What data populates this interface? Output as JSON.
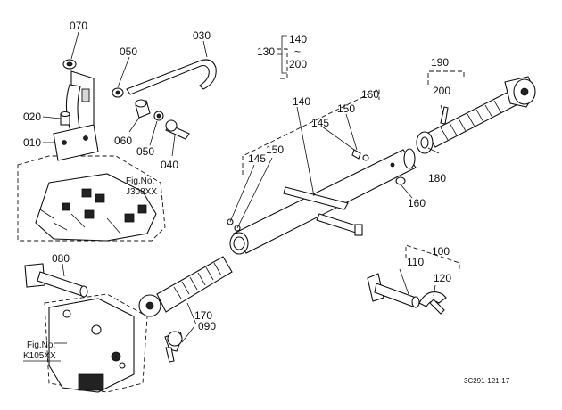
{
  "labels": {
    "p010": "010",
    "p020": "020",
    "p030": "030",
    "p040": "040",
    "p050a": "050",
    "p050b": "050",
    "p060": "060",
    "p070": "070",
    "p080": "080",
    "p090": "090",
    "p100": "100",
    "p110": "110",
    "p120": "120",
    "p130": "130",
    "p140a": "140",
    "p140b": "140",
    "p145a": "145",
    "p145b": "145",
    "p150a": "150",
    "p150b": "150",
    "p160a": "160",
    "p160b": "160",
    "p170": "170",
    "p180": "180",
    "p190": "190",
    "p200a": "200",
    "p200b": "200",
    "tilde": "~"
  },
  "figrefs": {
    "j308_line1": "Fig.No.",
    "j308_line2": "J308XX",
    "k105_line1": "Fig.No.",
    "k105_line2": "K105XX"
  },
  "drawing_code": "3C291-121-17"
}
